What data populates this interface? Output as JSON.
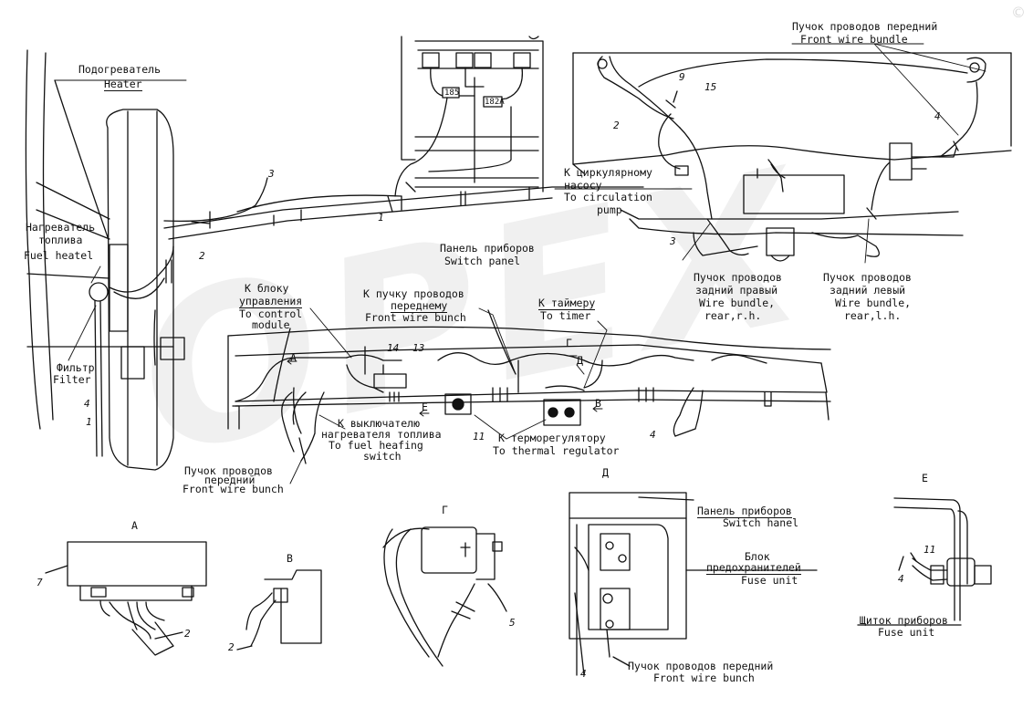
{
  "watermark": {
    "text": "OPEX",
    "copyright": "©"
  },
  "labels": {
    "heater_ru": "Подогреватель",
    "heater_en": "Heater",
    "fuel_heater_ru_1": "Нагреватель",
    "fuel_heater_ru_2": "топлива",
    "fuel_heater_en": "Fuel heatel",
    "filter_ru": "Фильтр",
    "filter_en": "Filter",
    "front_bundle_top_ru": "Пучок проводов передний",
    "front_bundle_top_en": "Front wire bundle",
    "to_pump_ru_1": "К циркулярному",
    "to_pump_ru_2": "насосу",
    "to_pump_en_1": "To circulation",
    "to_pump_en_2": "pump",
    "switch_panel_ru": "Панель приборов",
    "switch_panel_en": "Switch panel",
    "rear_right_ru_1": "Пучок проводов",
    "rear_right_ru_2": "задний правый",
    "rear_right_en_1": "Wire bundle,",
    "rear_right_en_2": "rear,r.h.",
    "rear_left_ru_1": "Пучок проводов",
    "rear_left_ru_2": "задний левый",
    "rear_left_en_1": "Wire bundle,",
    "rear_left_en_2": "rear,l.h.",
    "to_control_ru_1": "К блоку",
    "to_control_ru_2": "управления",
    "to_control_en_1": "To control",
    "to_control_en_2": "module",
    "to_front_bunch_ru_1": "К пучку проводов",
    "to_front_bunch_ru_2": "переднему",
    "to_front_bunch_en": "Front wire bunch",
    "to_timer_ru": "К таймеру",
    "to_timer_en": "To timer",
    "to_switch_ru_1": "К выключателю",
    "to_switch_ru_2": "нагревателя топлива",
    "to_switch_en_1": "To fuel heafing",
    "to_switch_en_2": "switch",
    "to_thermo_ru": "К терморегулятору",
    "to_thermo_en": "To thermal regulator",
    "front_bunch_bottom_ru_1": "Пучок проводов",
    "front_bunch_bottom_ru_2": "передний",
    "front_bunch_bottom_en": "Front wire bunch",
    "switch_hanel_ru": "Панель приборов",
    "switch_hanel_en": "Switch hanel",
    "fuse_unit_ru_1": "Блок",
    "fuse_unit_ru_2": "предохранителей",
    "fuse_unit_en": "Fuse unit",
    "front_bunch_d_ru": "Пучок проводов передний",
    "front_bunch_d_en": "Front wire bunch",
    "panel_shield_ru": "Щиток приборов",
    "panel_shield_en": "Fuse unit"
  },
  "connector_tags": {
    "a": "185",
    "b": "182A"
  },
  "view_letters": {
    "A": "А",
    "B": "В",
    "G": "Г",
    "D": "Д",
    "E": "Е"
  },
  "arrow_letters": {
    "A": "А",
    "G": "Г",
    "D": "Д",
    "E": "Е",
    "B": "В"
  },
  "callouts": {
    "n1": "1",
    "n2": "2",
    "n3": "3",
    "n4": "4",
    "n5": "5",
    "n7": "7",
    "n9": "9",
    "n11": "11",
    "n13": "13",
    "n14": "14",
    "n15": "15"
  }
}
